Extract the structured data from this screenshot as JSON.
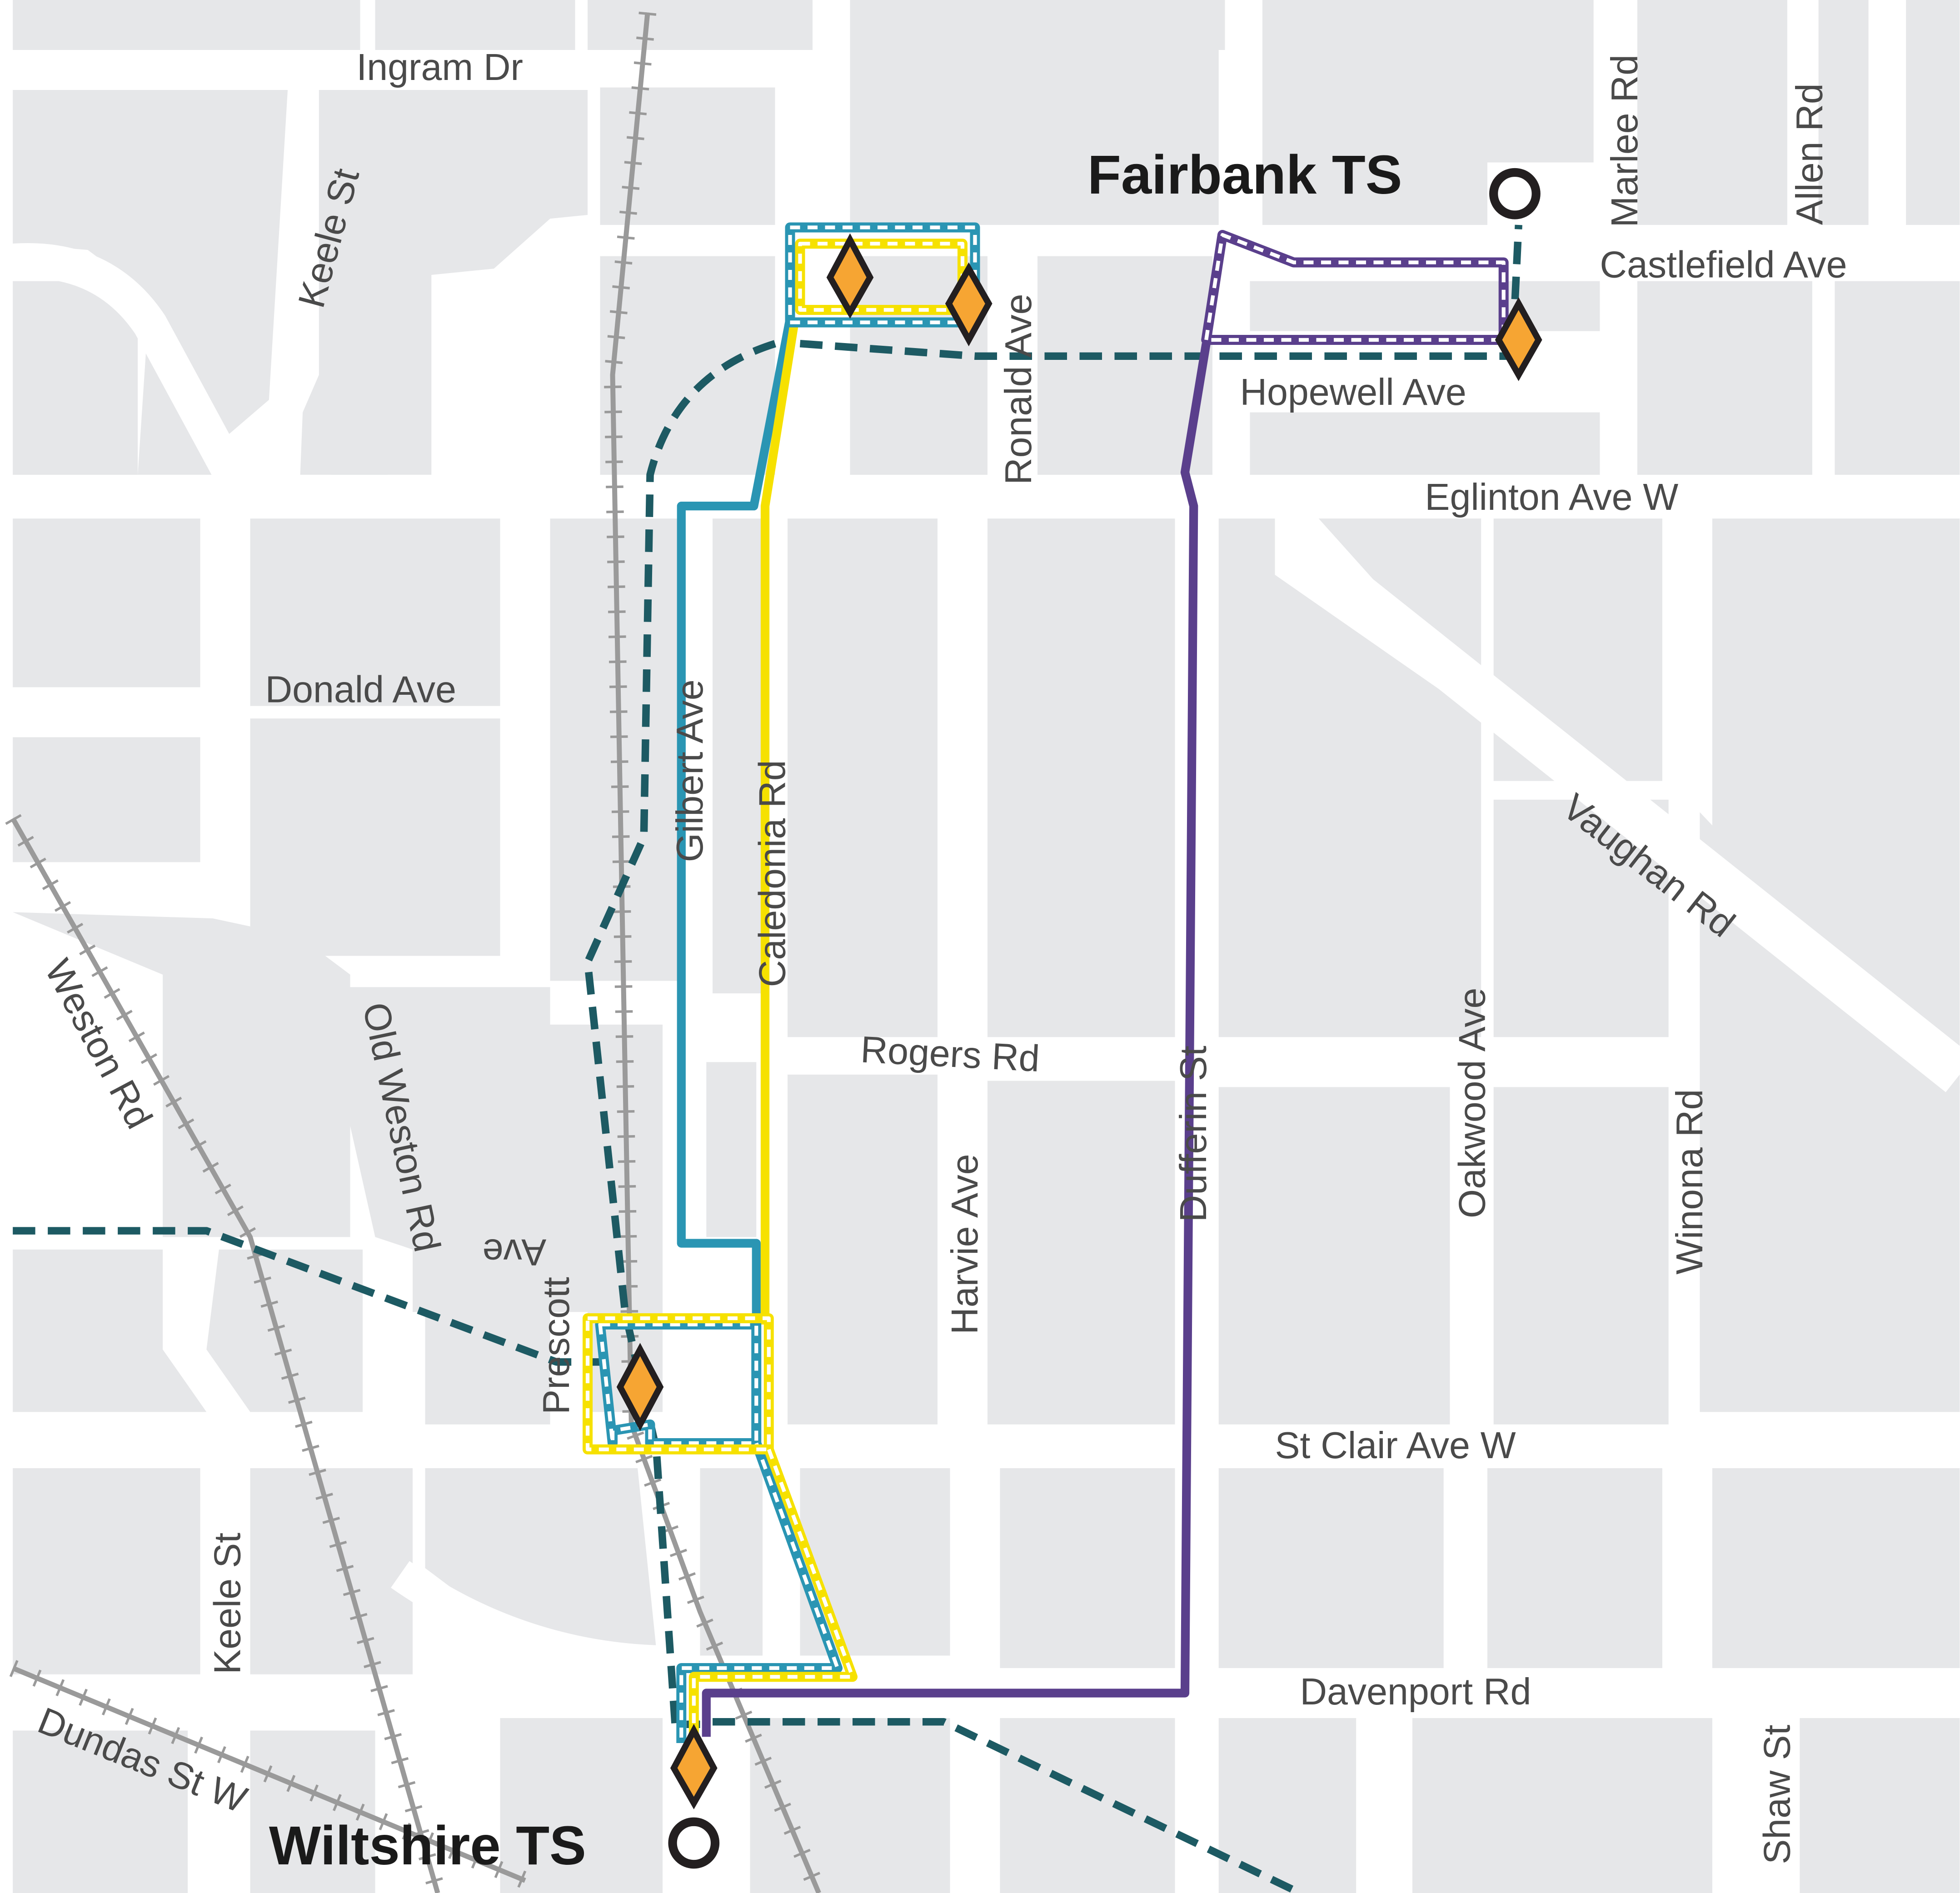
{
  "colors": {
    "block": "#e6e7e9",
    "road": "#ffffff",
    "rail": "#9a9a9a",
    "route_teal_dashed": "#1d5a63",
    "route_blue": "#2a95b3",
    "route_yellow": "#f6e100",
    "route_purple": "#5a3f8c",
    "stop_fill": "#f6a533",
    "stop_stroke": "#231f20",
    "terminal_ring": "#231f20",
    "text": "#4a4a4a"
  },
  "icons": {
    "bus_stop": "diamond-stop-icon",
    "terminal": "ring-terminal-icon"
  },
  "terminals": [
    {
      "id": "fairbank",
      "label": "Fairbank TS"
    },
    {
      "id": "wiltshire",
      "label": "Wiltshire TS"
    }
  ],
  "streets": [
    {
      "id": "ingram-dr",
      "label": "Ingram Dr"
    },
    {
      "id": "keele-st-north",
      "label": "Keele St"
    },
    {
      "id": "marlee-rd",
      "label": "Marlee Rd"
    },
    {
      "id": "allen-rd",
      "label": "Allen Rd"
    },
    {
      "id": "castlefield-ave",
      "label": "Castlefield Ave"
    },
    {
      "id": "ronald-ave",
      "label": "Ronald Ave"
    },
    {
      "id": "hopewell-ave",
      "label": "Hopewell Ave"
    },
    {
      "id": "eglinton-ave-w",
      "label": "Eglinton Ave W"
    },
    {
      "id": "donald-ave",
      "label": "Donald Ave"
    },
    {
      "id": "gilbert-ave",
      "label": "Gilbert Ave"
    },
    {
      "id": "caledonia-rd",
      "label": "Caledonia Rd"
    },
    {
      "id": "vaughan-rd",
      "label": "Vaughan Rd"
    },
    {
      "id": "weston-rd",
      "label": "Weston Rd"
    },
    {
      "id": "old-weston-rd",
      "label": "Old Weston Rd"
    },
    {
      "id": "rogers-rd",
      "label": "Rogers Rd"
    },
    {
      "id": "dufferin-st",
      "label": "Dufferin St"
    },
    {
      "id": "oakwood-ave",
      "label": "Oakwood Ave"
    },
    {
      "id": "winona-rd",
      "label": "Winona Rd"
    },
    {
      "id": "harvie-ave",
      "label": "Harvie Ave"
    },
    {
      "id": "prescott-ave-line1",
      "label": "Prescott"
    },
    {
      "id": "prescott-ave-line2",
      "label": "Ave"
    },
    {
      "id": "st-clair-ave-w",
      "label": "St Clair Ave W"
    },
    {
      "id": "keele-st-south",
      "label": "Keele St"
    },
    {
      "id": "davenport-rd",
      "label": "Davenport Rd"
    },
    {
      "id": "dundas-st-w",
      "label": "Dundas St W"
    },
    {
      "id": "shaw-st",
      "label": "Shaw St"
    }
  ]
}
